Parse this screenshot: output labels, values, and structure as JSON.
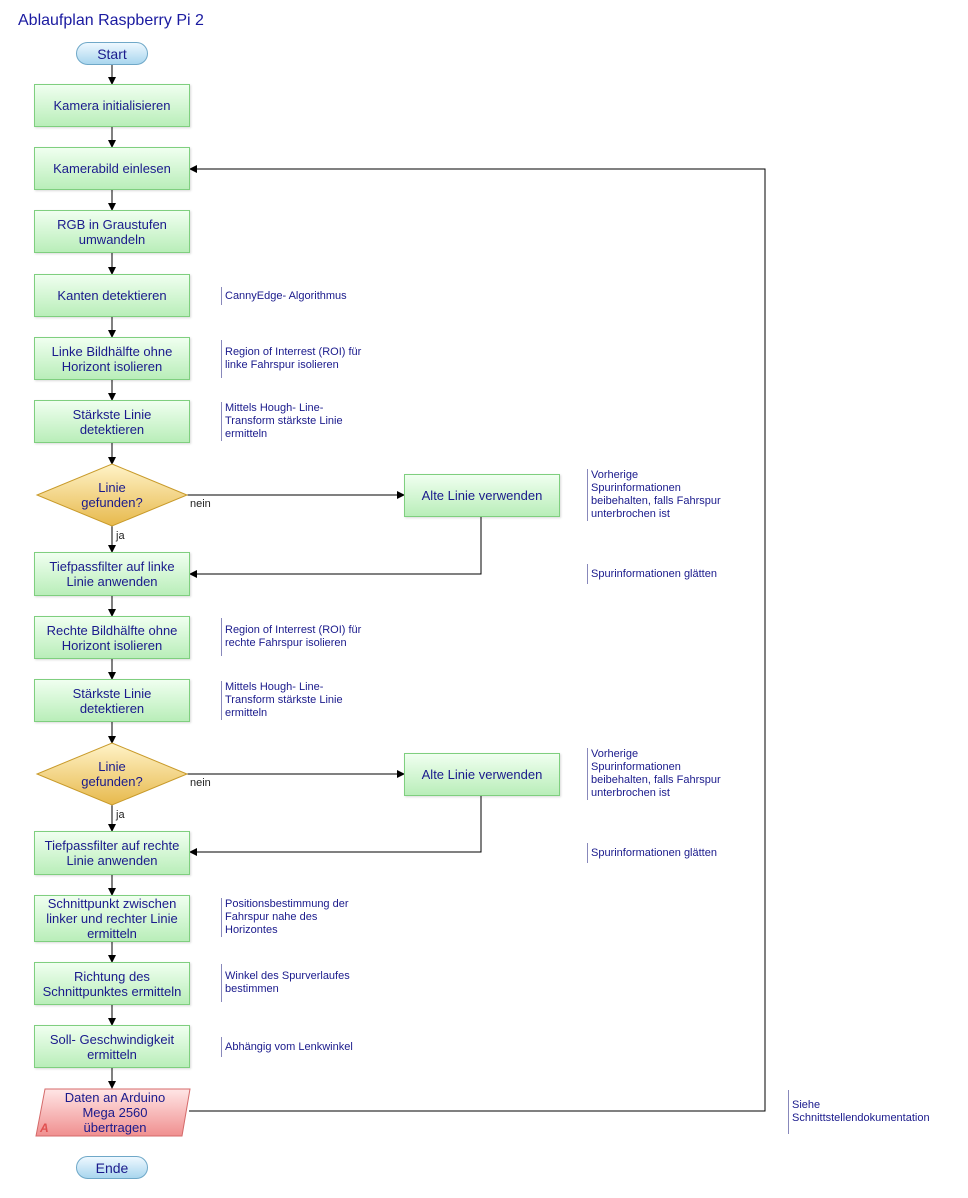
{
  "title": "Ablaufplan Raspberry Pi 2",
  "start": "Start",
  "end": "Ende",
  "steps": {
    "s1": "Kamera initialisieren",
    "s2": "Kamerabild einlesen",
    "s3": "RGB in Graustufen umwandeln",
    "s4": "Kanten detektieren",
    "s5": "Linke Bildhälfte ohne Horizont isolieren",
    "s6": "Stärkste Linie detektieren",
    "d1": "Linie gefunden?",
    "alt1": "Alte Linie verwenden",
    "s7": "Tiefpassfilter auf linke Linie anwenden",
    "s8": "Rechte Bildhälfte ohne Horizont isolieren",
    "s9": "Stärkste Linie detektieren",
    "d2": "Linie gefunden?",
    "alt2": "Alte Linie verwenden",
    "s10": "Tiefpassfilter auf rechte Linie anwenden",
    "s11": "Schnittpunkt zwischen linker und rechter Linie ermitteln",
    "s12": "Richtung des Schnittpunktes ermitteln",
    "s13": "Soll- Geschwindigkeit ermitteln",
    "out": "Daten an Arduino Mega 2560 übertragen",
    "out_marker": "A"
  },
  "labels": {
    "no": "nein",
    "yes": "ja"
  },
  "notes": {
    "n4": "CannyEdge- Algorithmus",
    "n5": "Region of Interrest (ROI) für linke Fahrspur isolieren",
    "n6": "Mittels Hough- Line- Transform stärkste Linie ermitteln",
    "nalt1": "Vorherige Spurinformationen beibehalten, falls Fahrspur unterbrochen ist",
    "n7": "Spurinformationen glätten",
    "n8": "Region of Interrest (ROI) für rechte Fahrspur isolieren",
    "n9": "Mittels Hough- Line- Transform stärkste Linie ermitteln",
    "nalt2": "Vorherige Spurinformationen beibehalten, falls Fahrspur unterbrochen ist",
    "n10": "Spurinformationen glätten",
    "n11": "Positionsbestimmung der Fahrspur nahe des Horizontes",
    "n12": "Winkel des Spurverlaufes bestimmen",
    "n13": "Abhängig vom Lenkwinkel",
    "nout": "Siehe Schnittstellendokumentation"
  }
}
